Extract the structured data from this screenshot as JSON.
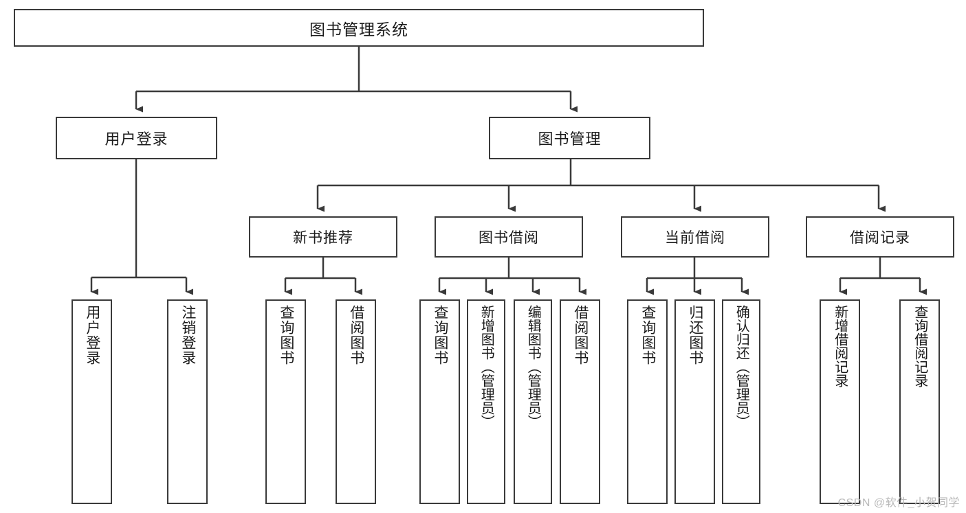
{
  "diagram": {
    "title": "图书管理系统",
    "watermark": "CSDN @软件_小贺同学",
    "line_color": "#3a3a3a",
    "box_fill": "#ffffff",
    "text_color": "#1a1a1a",
    "watermark_color": "#b9b9b9",
    "nodes": {
      "root": {
        "label": "图书管理系统"
      },
      "level2": [
        {
          "id": "user-login",
          "label": "用户登录"
        },
        {
          "id": "book-management",
          "label": "图书管理"
        }
      ],
      "level3": [
        {
          "id": "new-book-recommend",
          "label": "新书推荐"
        },
        {
          "id": "book-borrow",
          "label": "图书借阅"
        },
        {
          "id": "current-borrow",
          "label": "当前借阅"
        },
        {
          "id": "borrow-record",
          "label": "借阅记录"
        }
      ],
      "leaves": {
        "user-login": [
          {
            "id": "leaf-user-login",
            "label": "用户登录"
          },
          {
            "id": "leaf-logout-login",
            "label": "注销登录"
          }
        ],
        "new-book-recommend": [
          {
            "id": "leaf-query-book-1",
            "label": "查询图书"
          },
          {
            "id": "leaf-borrow-book-1",
            "label": "借阅图书"
          }
        ],
        "book-borrow": [
          {
            "id": "leaf-query-book-2",
            "label": "查询图书"
          },
          {
            "id": "leaf-add-book-admin",
            "label": "新增图书（管理员）"
          },
          {
            "id": "leaf-edit-book-admin",
            "label": "编辑图书（管理员）"
          },
          {
            "id": "leaf-borrow-book-2",
            "label": "借阅图书"
          }
        ],
        "current-borrow": [
          {
            "id": "leaf-query-book-3",
            "label": "查询图书"
          },
          {
            "id": "leaf-return-book",
            "label": "归还图书"
          },
          {
            "id": "leaf-confirm-return-admin",
            "label": "确认归还（管理员）"
          }
        ],
        "borrow-record": [
          {
            "id": "leaf-add-borrow-record",
            "label": "新增借阅记录"
          },
          {
            "id": "leaf-query-borrow-record",
            "label": "查询借阅记录"
          }
        ]
      }
    }
  }
}
